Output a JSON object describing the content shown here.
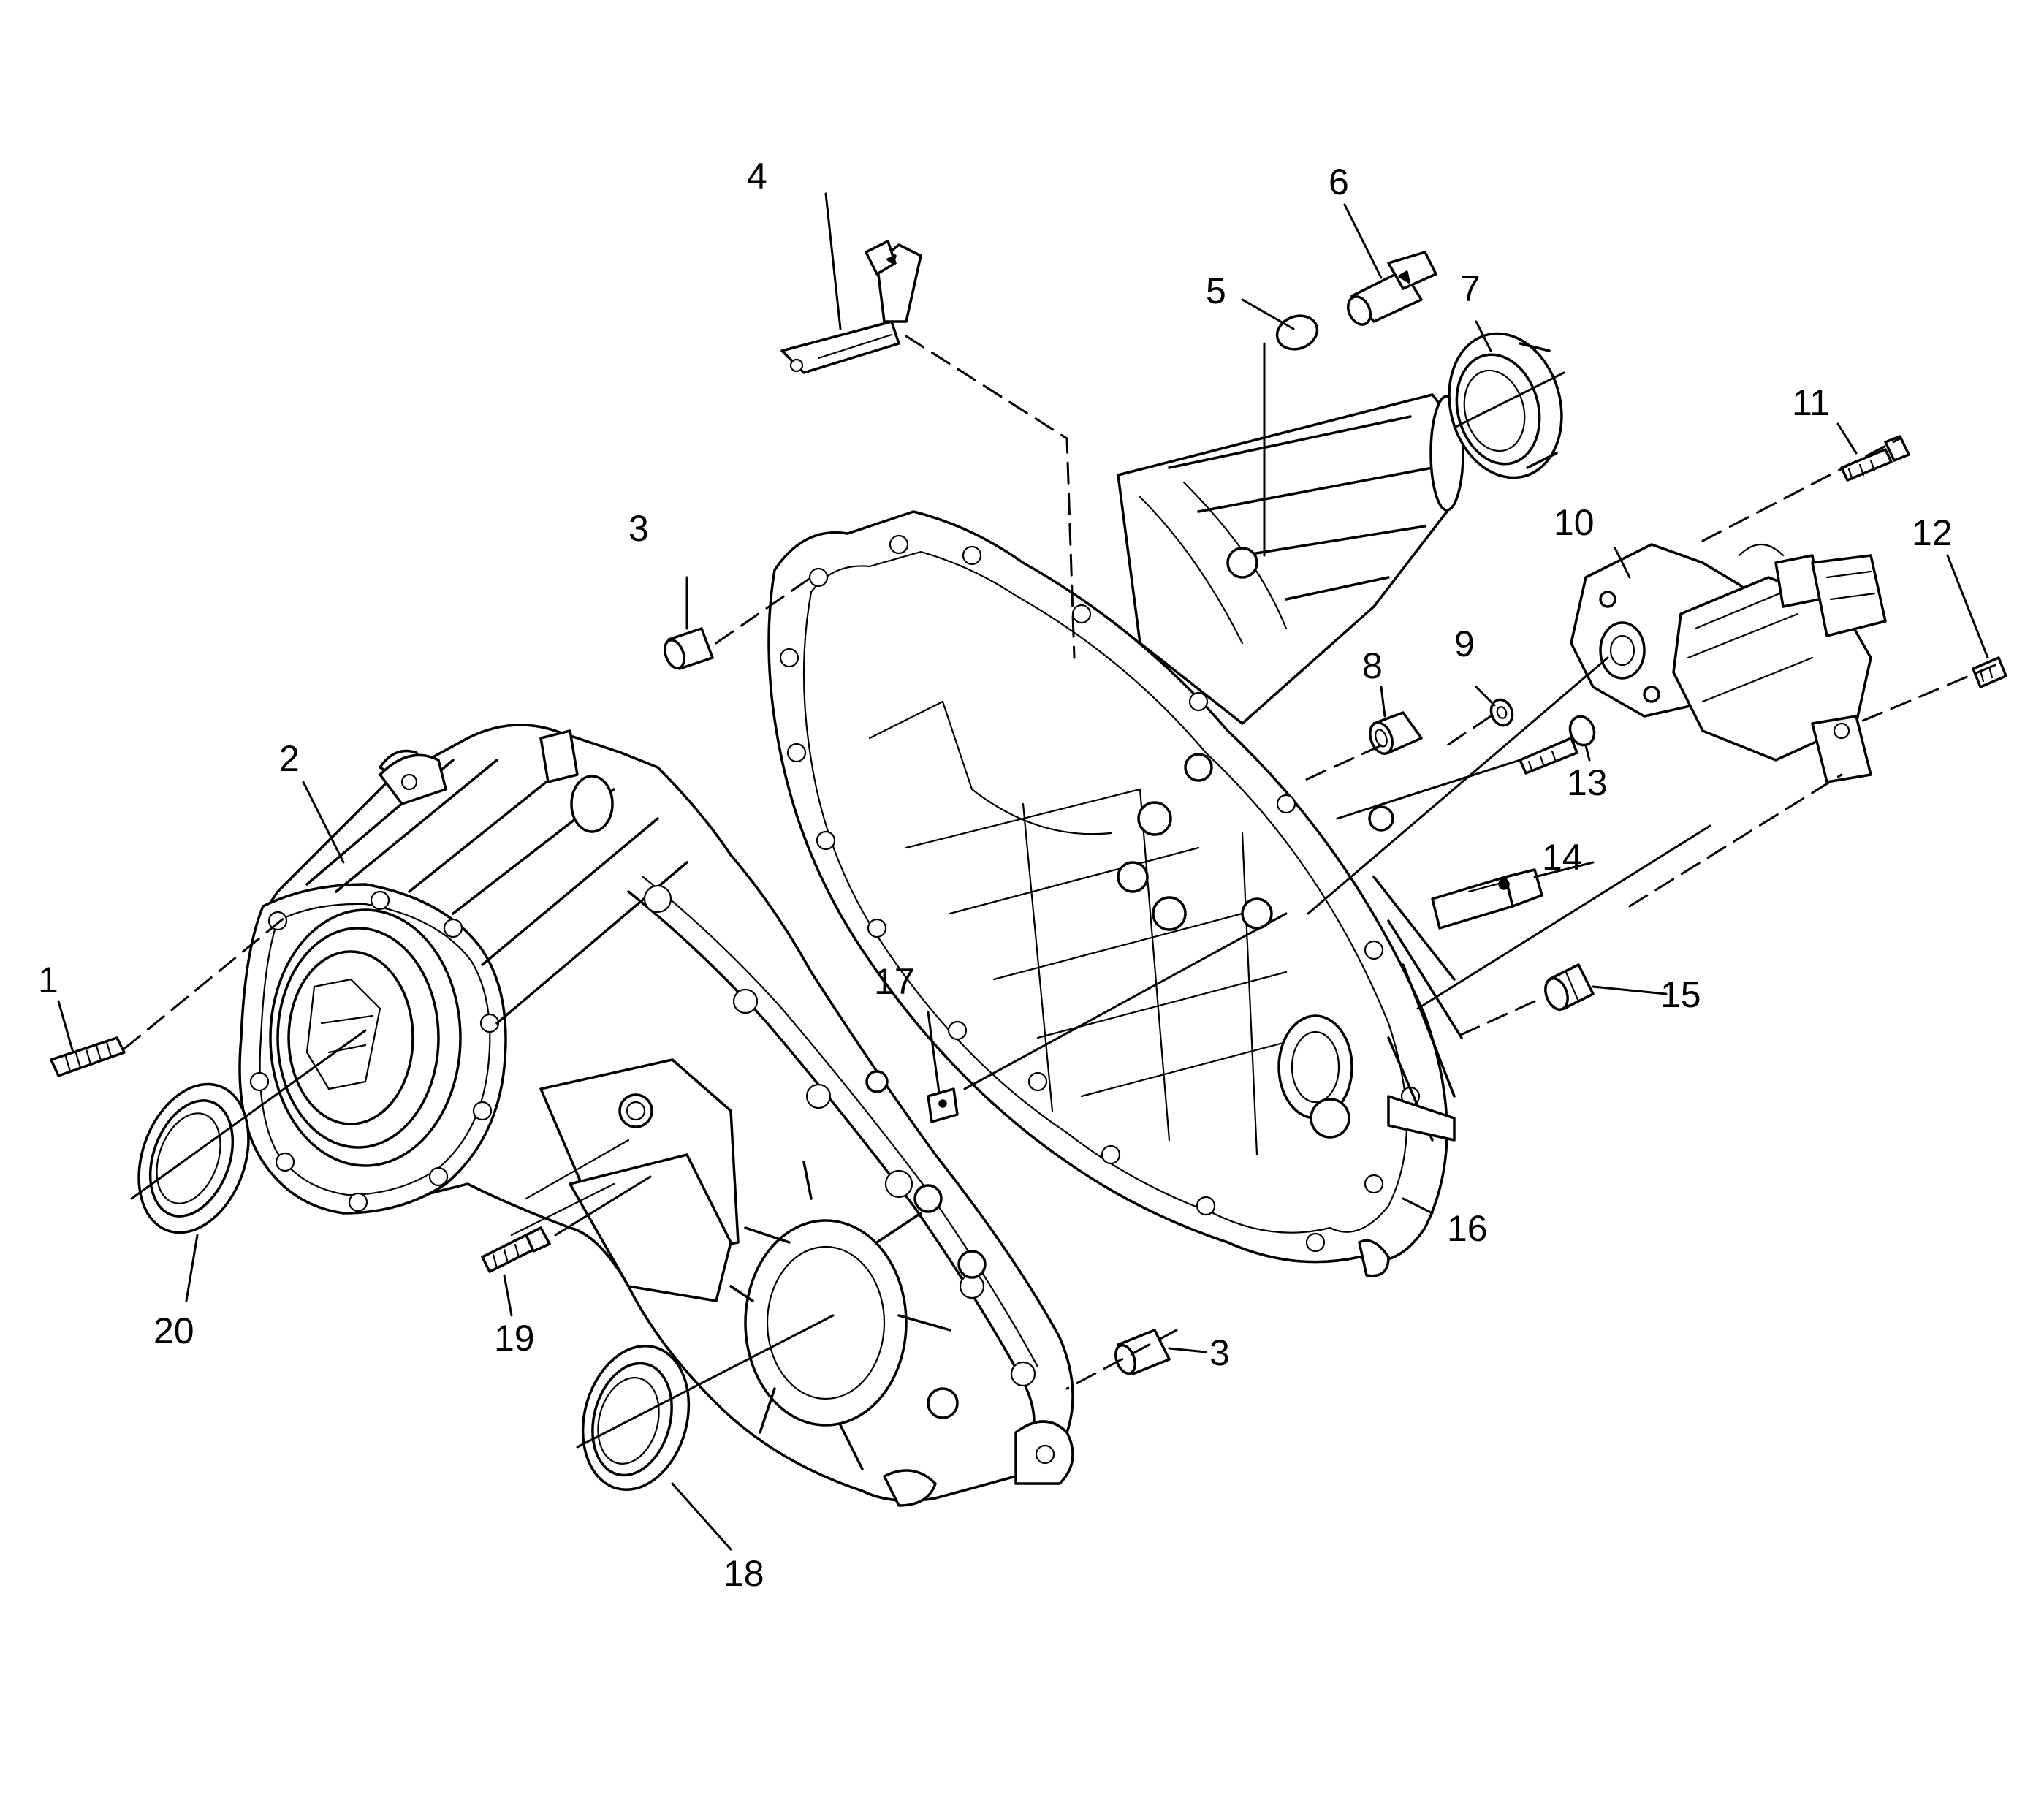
{
  "diagram": {
    "callouts": {
      "c1": "1",
      "c2": "2",
      "c3a": "3",
      "c3b": "3",
      "c4": "4",
      "c5": "5",
      "c6": "6",
      "c7": "7",
      "c8": "8",
      "c9": "9",
      "c10": "10",
      "c11": "11",
      "c12": "12",
      "c13": "13",
      "c14": "14",
      "c15": "15",
      "c16": "16",
      "c17": "17",
      "c18": "18",
      "c19": "19",
      "c20": "20"
    },
    "colors": {
      "line": "#000000",
      "background": "#ffffff"
    }
  }
}
